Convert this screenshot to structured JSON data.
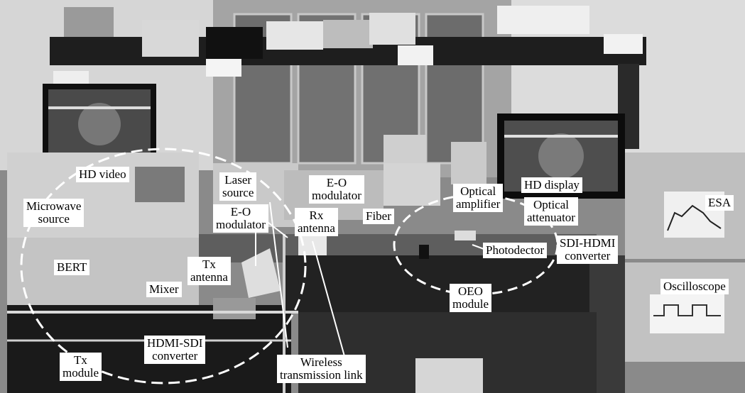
{
  "labels": {
    "hd_video": "HD video",
    "microwave_source": "Microwave\nsource",
    "laser_source": "Laser\nsource",
    "eo_modulator_left": "E-O\nmodulator",
    "eo_modulator_top": "E-O\nmodulator",
    "rx_antenna": "Rx\nantenna",
    "fiber": "Fiber",
    "optical_amplifier": "Optical\namplifier",
    "hd_display": "HD display",
    "optical_attenuator": "Optical\nattenuator",
    "esa": "ESA",
    "photodetector": "Photodector",
    "sdi_hdmi_converter": "SDI-HDMI\nconverter",
    "bert": "BERT",
    "tx_antenna": "Tx\nantenna",
    "mixer": "Mixer",
    "oeo_module": "OEO\nmodule",
    "oscilloscope": "Oscilloscope",
    "hdmi_sdi_converter": "HDMI-SDI\nconverter",
    "tx_module": "Tx\nmodule",
    "wireless_link": "Wireless\ntransmission link"
  }
}
